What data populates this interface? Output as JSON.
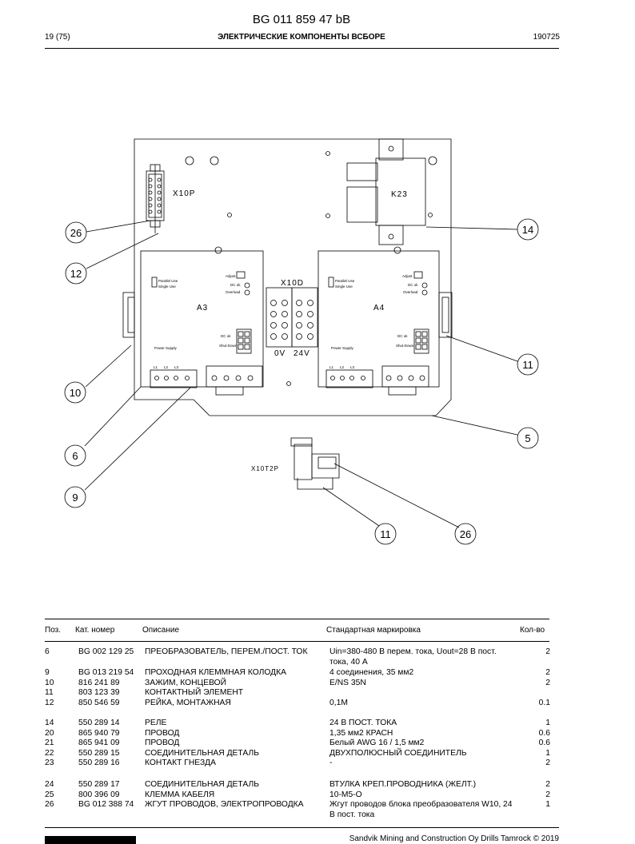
{
  "header": {
    "doc_code": "BG 011 859 47 bB",
    "page": "19 (75)",
    "title": "ЭЛЕКТРИЧЕСКИЕ КОМПОНЕНТЫ ВСБОРЕ",
    "date": "190725"
  },
  "drawing": {
    "labels": {
      "x10p": "X10P",
      "k23": "K23",
      "x10d": "X10D",
      "a3": "A3",
      "a4": "A4",
      "zero_v": "0V",
      "v24": "24V",
      "x10t2p": "X10T2P",
      "parallel_use": "Parallel Use",
      "single_use": "Single Use",
      "adjust": "Adjust",
      "dc_ok": "DC ok",
      "overload": "Overload",
      "power_supply": "Power Supply",
      "shutdown": "Shut-Down",
      "l1": "L1",
      "l2": "L2",
      "l3": "L3"
    },
    "callouts": [
      "26",
      "12",
      "10",
      "6",
      "9",
      "14",
      "11",
      "5",
      "11",
      "26"
    ]
  },
  "table": {
    "headers": {
      "pos": "Поз.",
      "cat": "Кат. номер",
      "desc": "Описание",
      "std": "Стандартная маркировка",
      "qty": "Кол-во"
    },
    "rows": [
      {
        "pos": "6",
        "cat": "BG 002 129 25",
        "desc": "ПРЕОБРАЗОВАТЕЛЬ, ПЕРЕМ./ПОСТ. ТОК",
        "std": "Uin=380-480 В перем. тока, Uout=28 В пост. тока, 40 А",
        "qty": "2"
      },
      {
        "pos": "9",
        "cat": "BG 013 219 54",
        "desc": "ПРОХОДНАЯ КЛЕММНАЯ КОЛОДКА",
        "std": "4 соединения, 35 мм2",
        "qty": "2"
      },
      {
        "pos": "10",
        "cat": "816 241 89",
        "desc": "ЗАЖИМ, КОНЦЕВОЙ",
        "std": "E/NS 35N",
        "qty": "2"
      },
      {
        "pos": "11",
        "cat": "803 123 39",
        "desc": "КОНТАКТНЫЙ ЭЛЕМЕНТ",
        "std": "",
        "qty": ""
      },
      {
        "pos": "12",
        "cat": "850 546 59",
        "desc": "РЕЙКА, МОНТАЖНАЯ",
        "std": "0,1M",
        "qty": "0.1"
      },
      {
        "pos": "14",
        "cat": "550 289 14",
        "desc": "РЕЛЕ",
        "std": "24 В ПОСТ. ТОКА",
        "qty": "1"
      },
      {
        "pos": "20",
        "cat": "865 940 79",
        "desc": "ПРОВОД",
        "std": "1,35 мм2 КРАСН",
        "qty": "0.6"
      },
      {
        "pos": "21",
        "cat": "865 941 09",
        "desc": "ПРОВОД",
        "std": "Белый AWG 16 / 1,5 мм2",
        "qty": "0.6"
      },
      {
        "pos": "22",
        "cat": "550 289 15",
        "desc": "СОЕДИНИТЕЛЬНАЯ ДЕТАЛЬ",
        "std": "ДВУХПОЛЮСНЫЙ СОЕДИНИТЕЛЬ",
        "qty": "1"
      },
      {
        "pos": "23",
        "cat": "550 289 16",
        "desc": "КОНТАКТ ГНЕЗДА",
        "std": "-",
        "qty": "2"
      },
      {
        "pos": "24",
        "cat": "550 289 17",
        "desc": "СОЕДИНИТЕЛЬНАЯ ДЕТАЛЬ",
        "std": "ВТУЛКА КРЕП.ПРОВОДНИКА (ЖЕЛТ.)",
        "qty": "2"
      },
      {
        "pos": "25",
        "cat": "800 396 09",
        "desc": "КЛЕММА КАБЕЛЯ",
        "std": "10-M5-O",
        "qty": "2"
      },
      {
        "pos": "26",
        "cat": "BG 012 388 74",
        "desc": "ЖГУТ ПРОВОДОВ, ЭЛЕКТРОПРОВОДКА",
        "std": "Жгут проводов блока преобразователя W10, 24 В пост. тока",
        "qty": "1"
      }
    ]
  },
  "footer": {
    "text": "Sandvik Mining and Construction Oy Drills Tamrock © 2019"
  }
}
